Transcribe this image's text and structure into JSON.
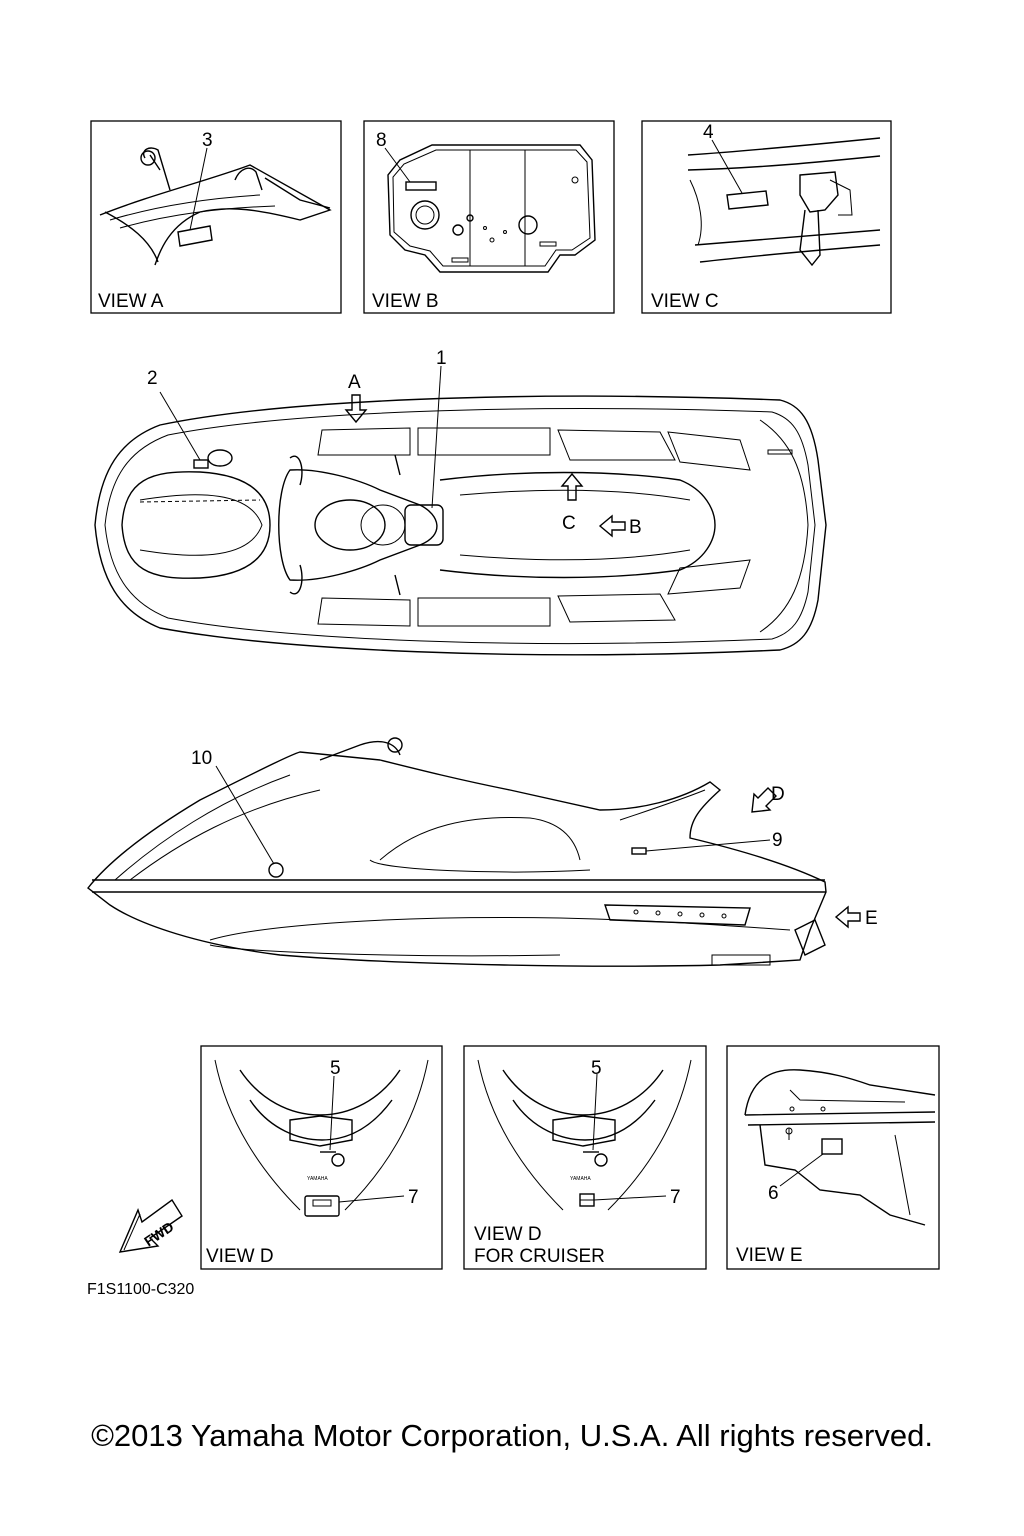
{
  "views": {
    "a": "VIEW A",
    "b": "VIEW B",
    "c": "VIEW C",
    "d1": "VIEW D",
    "d2_line1": "VIEW D",
    "d2_line2": "FOR CRUISER",
    "e": "VIEW E"
  },
  "callouts": {
    "n1": "1",
    "n2": "2",
    "n3": "3",
    "n4": "4",
    "n5a": "5",
    "n5b": "5",
    "n6": "6",
    "n7a": "7",
    "n7b": "7",
    "n8": "8",
    "n9": "9",
    "n10": "10"
  },
  "view_markers": {
    "a": "A",
    "b": "B",
    "c": "C",
    "d": "D",
    "e": "E"
  },
  "badge": {
    "fwd": "FWD",
    "brand_small": "YAMAHA"
  },
  "diagram_code": "F1S1100-C320",
  "copyright": "©2013 Yamaha Motor Corporation, U.S.A. All rights reserved."
}
